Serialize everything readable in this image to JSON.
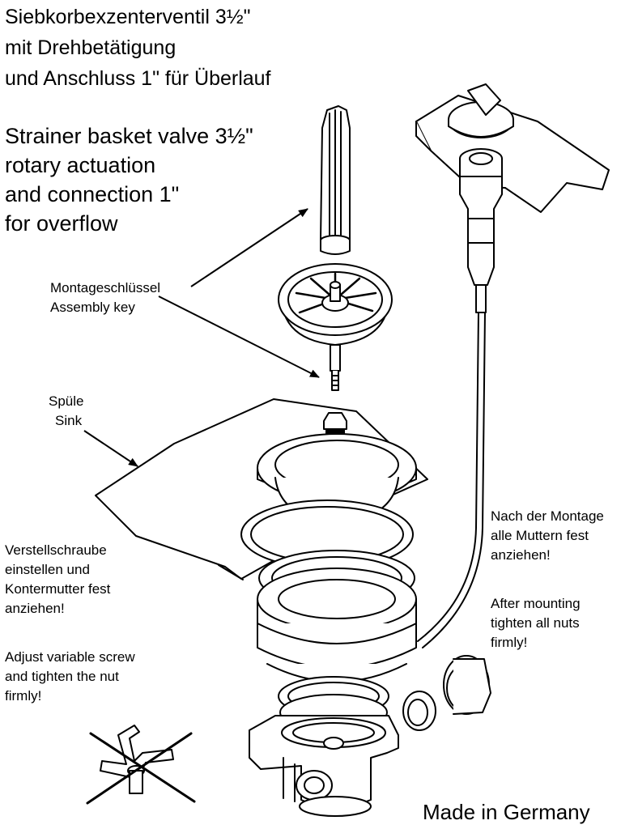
{
  "title_de": [
    "Siebkorbexzenterventil 3½\"",
    "mit Drehbetätigung",
    "und Anschluss 1\" für Überlauf"
  ],
  "title_en": [
    "Strainer basket valve 3½\"",
    "rotary actuation",
    "and connection 1\"",
    "for overflow"
  ],
  "labels": {
    "key": [
      "Montageschlüssel",
      "Assembly key"
    ],
    "sink": [
      "Spüle",
      "Sink"
    ],
    "mounting_de": [
      "Nach der Montage",
      "alle Muttern fest",
      "anziehen!"
    ],
    "mounting_en": [
      "After mounting",
      "tighten all nuts",
      "firmly!"
    ],
    "screw_de": [
      "Verstellschraube",
      "einstellen und",
      "Kontermutter fest",
      "anziehen!"
    ],
    "screw_en": [
      "Adjust variable screw",
      "and tighten the nut",
      "firmly!"
    ]
  },
  "footer": "Made in Germany",
  "icons": [
    "assembly-key-icon",
    "strainer-basket-icon",
    "sink-plate-icon",
    "rotary-knob-icon",
    "bowden-cable-icon",
    "valve-body-icon",
    "nut-icon",
    "gasket-ring-icon",
    "crossed-out-tool-icon"
  ]
}
